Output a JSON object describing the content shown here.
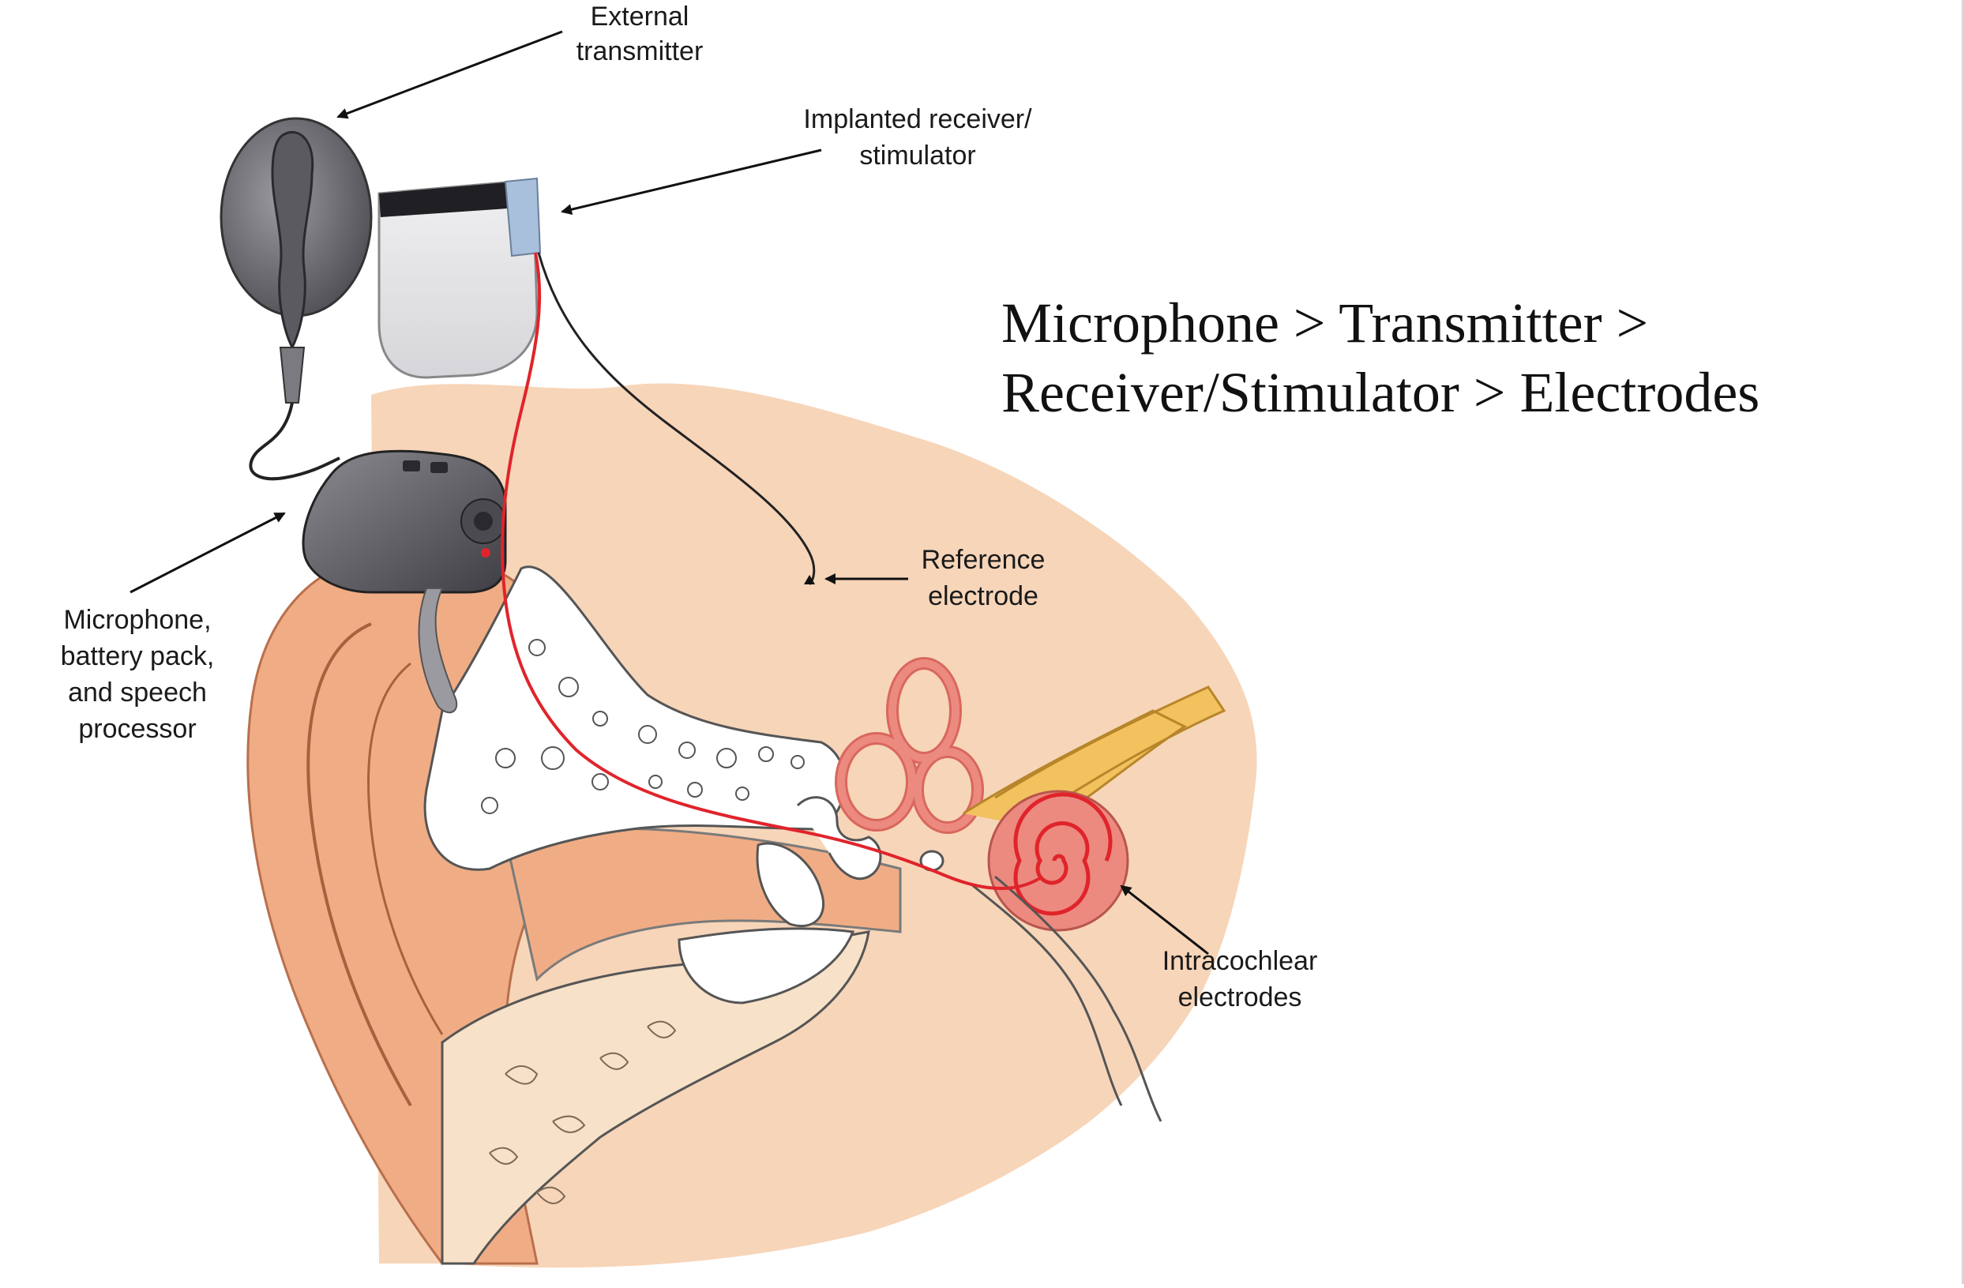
{
  "labels": {
    "external_transmitter": [
      "External",
      "transmitter"
    ],
    "implanted_receiver": [
      "Implanted receiver/",
      "stimulator"
    ],
    "reference_electrode": [
      "Reference",
      "electrode"
    ],
    "microphone_pack": [
      "Microphone,",
      "battery pack,",
      "and speech",
      "processor"
    ],
    "intracochlear": [
      "Intracochlear",
      "electrodes"
    ]
  },
  "flow_text": {
    "line1": "Microphone > Transmitter >",
    "line2": "Receiver/Stimulator > Electrodes"
  },
  "colors": {
    "skin": "#f7d5b9",
    "ear_tissue": "#f0ad85",
    "ear_dark": "#e8956c",
    "bone": "#ffffff",
    "cochlea": "#ec8a80",
    "nerve": "#f2c25f",
    "wire_red": "#e0242b",
    "device_gray": "#6e6e72"
  }
}
